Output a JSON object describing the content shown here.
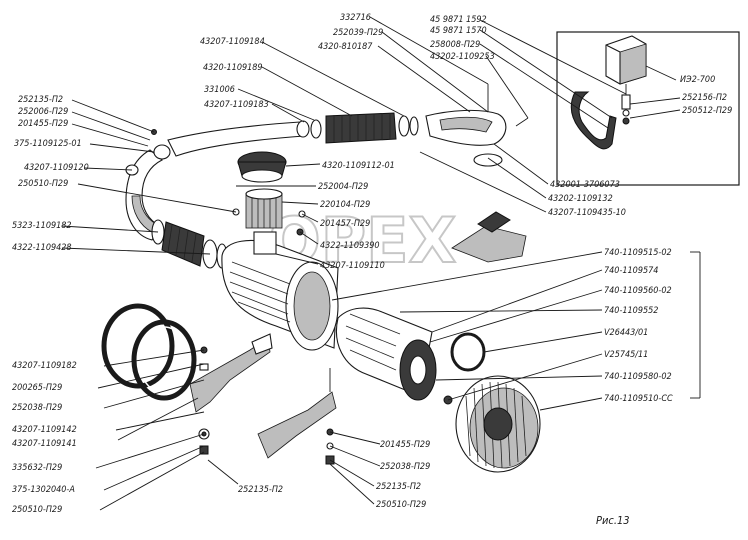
{
  "figure_caption": "Рис.13",
  "watermark": "OPEX",
  "labels": [
    {
      "id": "l1",
      "text": "332716"
    },
    {
      "id": "l2",
      "text": "252039-П29"
    },
    {
      "id": "l3",
      "text": "4320-810187"
    },
    {
      "id": "l4",
      "text": "45 9871 1592"
    },
    {
      "id": "l5",
      "text": "45 9871 1570"
    },
    {
      "id": "l6",
      "text": "258008-П29"
    },
    {
      "id": "l7",
      "text": "43202-1109253"
    },
    {
      "id": "l8",
      "text": "43207-1109184"
    },
    {
      "id": "l9",
      "text": "4320-1109189"
    },
    {
      "id": "l10",
      "text": "331006"
    },
    {
      "id": "l11",
      "text": "43207-1109183"
    },
    {
      "id": "l12",
      "text": "ИЭ2-700"
    },
    {
      "id": "l13",
      "text": "252156-П2"
    },
    {
      "id": "l14",
      "text": "250512-П29"
    },
    {
      "id": "l15",
      "text": "252135-П2"
    },
    {
      "id": "l16",
      "text": "252006-П29"
    },
    {
      "id": "l17",
      "text": "201455-П29"
    },
    {
      "id": "l18",
      "text": "375-1109125-01"
    },
    {
      "id": "l19",
      "text": "43207-1109120"
    },
    {
      "id": "l20",
      "text": "250510-П29"
    },
    {
      "id": "l21",
      "text": "4320-1109112-01"
    },
    {
      "id": "l22",
      "text": "252004-П29"
    },
    {
      "id": "l23",
      "text": "220104-П29"
    },
    {
      "id": "l24",
      "text": "201457-П29"
    },
    {
      "id": "l25",
      "text": "4322-1109390"
    },
    {
      "id": "l26",
      "text": "43207-1109110"
    },
    {
      "id": "l27",
      "text": "432001-3706073"
    },
    {
      "id": "l28",
      "text": "43202-1109132"
    },
    {
      "id": "l29",
      "text": "43207-1109435-10"
    },
    {
      "id": "l30",
      "text": "5323-1109182"
    },
    {
      "id": "l31",
      "text": "4322-1109428"
    },
    {
      "id": "l32",
      "text": "740-1109515-02"
    },
    {
      "id": "l33",
      "text": "740-1109574"
    },
    {
      "id": "l34",
      "text": "740-1109560-02"
    },
    {
      "id": "l35",
      "text": "740-1109552"
    },
    {
      "id": "l36",
      "text": "V26443/01"
    },
    {
      "id": "l37",
      "text": "V25745/11"
    },
    {
      "id": "l38",
      "text": "740-1109580-02"
    },
    {
      "id": "l39",
      "text": "740-1109510-СС"
    },
    {
      "id": "l40",
      "text": "43207-1109182"
    },
    {
      "id": "l41",
      "text": "200265-П29"
    },
    {
      "id": "l42",
      "text": "252038-П29"
    },
    {
      "id": "l43",
      "text": "43207-1109142"
    },
    {
      "id": "l44",
      "text": "43207-1109141"
    },
    {
      "id": "l45",
      "text": "335632-П29"
    },
    {
      "id": "l46",
      "text": "375-1302040-А"
    },
    {
      "id": "l47",
      "text": "250510-П29"
    },
    {
      "id": "l48",
      "text": "252135-П2"
    },
    {
      "id": "l49",
      "text": "201455-П29"
    },
    {
      "id": "l50",
      "text": "252038-П29"
    },
    {
      "id": "l51",
      "text": "252135-П2"
    },
    {
      "id": "l52",
      "text": "250510-П29"
    }
  ]
}
